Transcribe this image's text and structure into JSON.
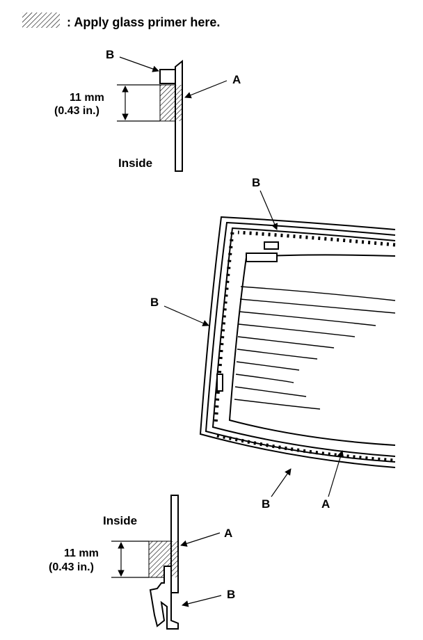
{
  "legend": {
    "text": ": Apply glass primer here."
  },
  "top_detail": {
    "label_b": "B",
    "label_a": "A",
    "dim_mm": "11 mm",
    "dim_in": "(0.43 in.)",
    "inside": "Inside"
  },
  "main_view": {
    "label_b_top": "B",
    "label_b_left": "B",
    "label_b_bottom": "B",
    "label_a_bottom": "A"
  },
  "bottom_detail": {
    "inside": "Inside",
    "label_a": "A",
    "dim_mm": "11 mm",
    "dim_in": "(0.43 in.)",
    "label_b": "B"
  }
}
